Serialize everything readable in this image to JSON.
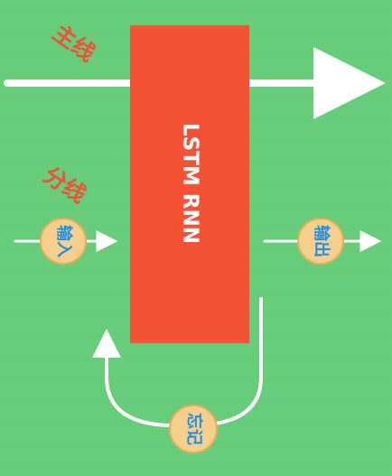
{
  "diagram": {
    "main_line_label": "主线",
    "branch_line_label": "分线",
    "core_label": "LSTM RNN",
    "input_label": "输入",
    "output_label": "输出",
    "forget_label": "忘记",
    "colors": {
      "background": "#66ce79",
      "core_block": "#f45234",
      "label_red": "#ef5237",
      "badge_fill": "#f6cf8d",
      "badge_stroke": "#f0aa57",
      "badge_text": "#1f8fe3",
      "line_white": "#ffffff"
    }
  }
}
